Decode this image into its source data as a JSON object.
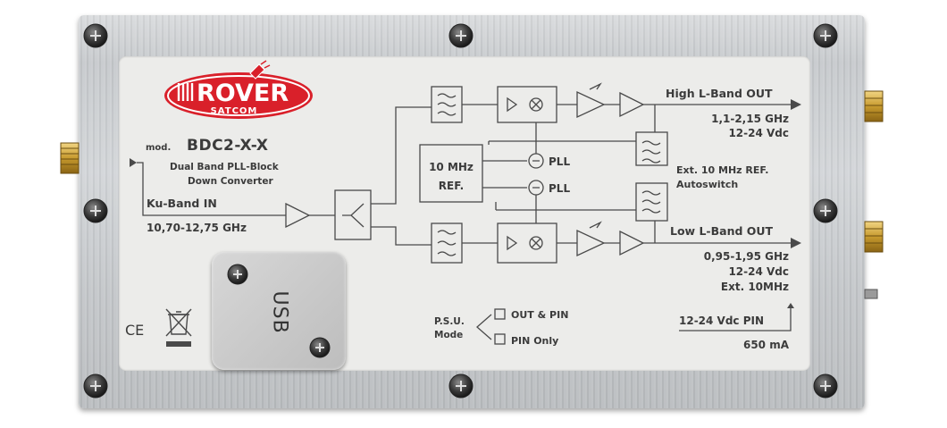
{
  "brand": {
    "name": "ROVER",
    "sub": "SATCOM",
    "color": "#d9202a"
  },
  "model": {
    "prefix": "mod.",
    "name": "BDC2-X-X",
    "desc_line1": "Dual Band PLL-Block",
    "desc_line2": "Down Converter"
  },
  "input": {
    "label": "Ku-Band",
    "label_emph": "IN",
    "range": "10,70-12,75 GHz"
  },
  "reference": {
    "line1": "10 MHz",
    "line2": "REF.",
    "pll": "PLL"
  },
  "high_out": {
    "label": "High L-Band",
    "label_emph": "OUT",
    "range": "1,1-2,15 GHz",
    "voltage": "12-24 Vdc"
  },
  "ext_ref": {
    "line1": "Ext. 10 MHz REF.",
    "line2": "Autoswitch"
  },
  "low_out": {
    "label": "Low L-Band",
    "label_emph": "OUT",
    "range": "0,95-1,95 GHz",
    "voltage": "12-24 Vdc",
    "ext": "Ext. 10MHz"
  },
  "psu": {
    "line1": "P.S.U.",
    "line2": "Mode",
    "option1": "OUT & PIN",
    "option2": "PIN Only"
  },
  "pin": {
    "label": "12-24 Vdc PIN",
    "current": "650 mA"
  },
  "usb": {
    "label": "USB"
  },
  "marks": {
    "ce": "CE"
  }
}
